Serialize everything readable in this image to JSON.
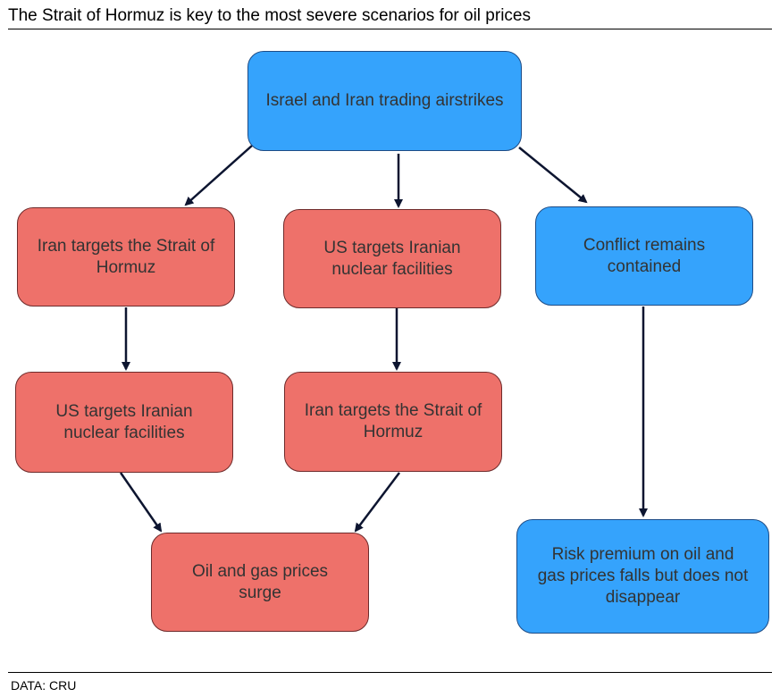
{
  "title": "The Strait of Hormuz is key to the most severe scenarios for oil prices",
  "source": "DATA: CRU",
  "colors": {
    "blue": "#35a3fc",
    "red": "#ee716a",
    "arrow": "#0d1530"
  },
  "nodes": {
    "root": "Israel and Iran trading airstrikes",
    "left_1": "Iran targets the Strait of Hormuz",
    "mid_1": "US targets Iranian nuclear facilities",
    "right_1": "Conflict remains contained",
    "left_2": "US targets Iranian nuclear facilities",
    "mid_2": "Iran targets the Strait of Hormuz",
    "surge": "Oil and gas prices surge",
    "risk": "Risk premium on oil and gas prices falls but does not disappear"
  },
  "edges": [
    [
      "root",
      "left_1"
    ],
    [
      "root",
      "mid_1"
    ],
    [
      "root",
      "right_1"
    ],
    [
      "left_1",
      "left_2"
    ],
    [
      "mid_1",
      "mid_2"
    ],
    [
      "right_1",
      "risk"
    ],
    [
      "left_2",
      "surge"
    ],
    [
      "mid_2",
      "surge"
    ]
  ]
}
